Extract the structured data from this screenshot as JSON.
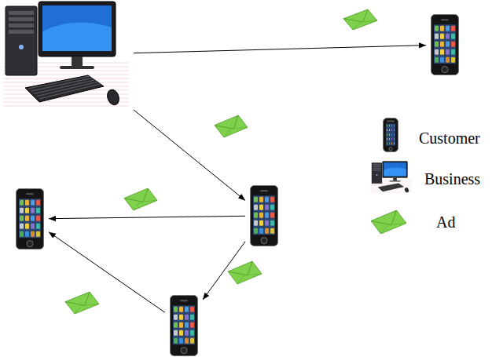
{
  "diagram": {
    "nodes": [
      {
        "text": []
      },
      {
        "text": []
      },
      {
        "text": []
      },
      {
        "text": []
      },
      {
        "text": []
      }
    ],
    "edges": [
      {
        "from": 0,
        "to": 1,
        "arrow": "to"
      },
      {
        "from": 0,
        "to": 2,
        "arrow": "to"
      },
      {
        "from": 2,
        "to": 3,
        "arrow": "to"
      },
      {
        "from": 2,
        "to": 4,
        "arrow": "to"
      },
      {
        "from": 4,
        "to": 3,
        "arrow": "to"
      }
    ],
    "legend": [
      {
        "text": "Customer"
      },
      {
        "text": "Business"
      },
      {
        "text": "Ad"
      }
    ]
  }
}
